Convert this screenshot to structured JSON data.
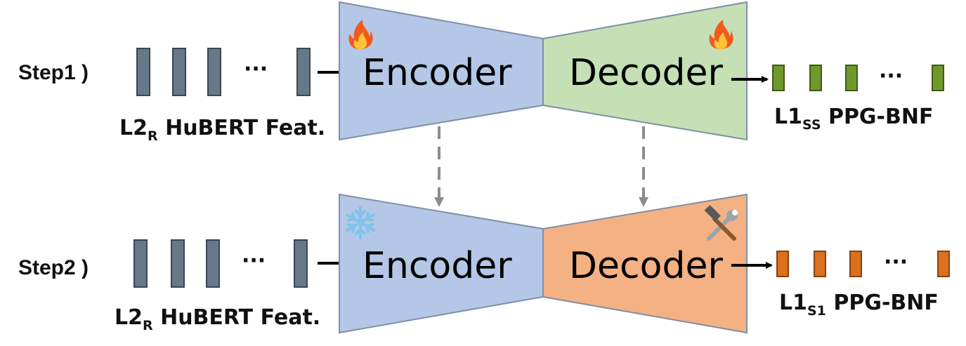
{
  "colors": {
    "encoder_fill": "#b4c7e7",
    "encoder_stroke": "#7f8fa6",
    "decoder1_fill": "#c5e0b4",
    "decoder2_fill": "#f4b183",
    "input_bar": "#66788a",
    "output_bar_step1": "#6f9a2b",
    "output_bar_step2": "#d9711f",
    "dashed_arrow": "#8c8c8c",
    "text": "#111111"
  },
  "step1": {
    "label": "Step1 )",
    "input_label": "L2",
    "input_sub": "R",
    "input_rest": " HuBERT Feat.",
    "dots": "···",
    "encoder": "Encoder",
    "decoder": "Decoder",
    "encoder_icon": "fire-icon",
    "decoder_icon": "fire-icon",
    "output_label": "L1",
    "output_sub": "SS",
    "output_rest": " PPG-BNF",
    "output_dots": "···"
  },
  "step2": {
    "label": "Step2 )",
    "input_label": "L2",
    "input_sub": "R",
    "input_rest": " HuBERT Feat.",
    "dots": "···",
    "encoder": "Encoder",
    "decoder": "Decoder",
    "encoder_icon": "snowflake-icon",
    "decoder_icon": "hammer-wrench-icon",
    "output_label": "L1",
    "output_sub": "S1",
    "output_rest": " PPG-BNF",
    "output_dots": "···"
  }
}
